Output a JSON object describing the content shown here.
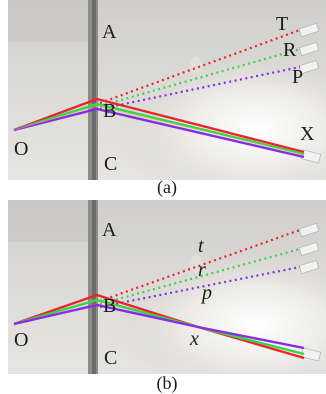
{
  "panels": [
    {
      "caption": "(a)",
      "points": {
        "A": "A",
        "B": "B",
        "C": "C",
        "O": "O",
        "T": "T",
        "R": "R",
        "P": "P",
        "X": "X"
      }
    },
    {
      "caption": "(b)",
      "points": {
        "A": "A",
        "B": "B",
        "C": "C",
        "O": "O",
        "t": "t",
        "r": "r",
        "p": "p",
        "x": "x"
      }
    }
  ],
  "colors": {
    "red": "#e8262b",
    "green": "#3ed14a",
    "purple": "#8a2be2",
    "wall": "#d6d5d2",
    "edge": "#6b6b6b"
  }
}
